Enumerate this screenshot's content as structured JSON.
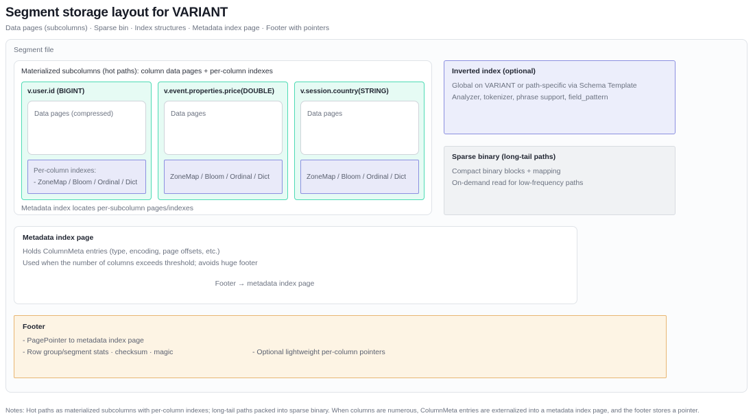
{
  "header": {
    "title": "Segment storage layout for VARIANT",
    "subtitle": "Data pages (subcolumns) · Sparse bin · Index structures · Metadata index page · Footer with pointers"
  },
  "segment_file": {
    "label": "Segment file",
    "subcolumns": {
      "title": "Materialized subcolumns (hot paths): column data pages + per-column indexes",
      "footnote": "Metadata index locates per-subcolumn pages/indexes",
      "columns": [
        {
          "name": "v.user.id (BIGINT)",
          "data_pages": "Data pages (compressed)",
          "index_lines": [
            "Per-column indexes:",
            "- ZoneMap / Bloom / Ordinal / Dict"
          ]
        },
        {
          "name": "v.event.properties.price(DOUBLE)",
          "data_pages": "Data pages",
          "index_lines": [
            "ZoneMap / Bloom / Ordinal / Dict"
          ]
        },
        {
          "name": "v.session.country(STRING)",
          "data_pages": "Data pages",
          "index_lines": [
            "ZoneMap / Bloom / Ordinal / Dict"
          ]
        }
      ]
    },
    "inverted_index": {
      "title": "Inverted index (optional)",
      "line1": "Global on VARIANT or path-specific via Schema Template",
      "line2": "Analyzer, tokenizer, phrase support, field_pattern"
    },
    "sparse_binary": {
      "title": "Sparse binary (long-tail paths)",
      "line1": "Compact binary blocks + mapping",
      "line2": "On-demand read for low-frequency paths"
    },
    "metadata_index_page": {
      "title": "Metadata index page",
      "line1": "Holds ColumnMeta entries (type, encoding, page offsets, etc.)",
      "line2": "Used when the number of columns exceeds threshold; avoids huge footer",
      "arrow_label": "Footer → metadata index page"
    },
    "footer": {
      "title": "Footer",
      "line1": "- PagePointer to metadata index page",
      "line2": "- Row group/segment stats · checksum · magic",
      "line3": "- Optional lightweight per-column pointers"
    }
  },
  "notes": "Notes: Hot paths as materialized subcolumns with per-column indexes; long-tail paths packed into sparse binary. When columns are numerous, ColumnMeta entries are externalized into a metadata index page, and the footer stores a pointer.",
  "colors": {
    "column_border": "#4ddbb4",
    "column_fill": "#e6fbf4",
    "index_border": "#8b8fe0",
    "index_fill": "#e9eaf9",
    "footer_border": "#e8b672",
    "footer_fill": "#fdf4e4",
    "sparse_fill": "#f0f2f4",
    "panel_border": "#dfe3e8"
  }
}
